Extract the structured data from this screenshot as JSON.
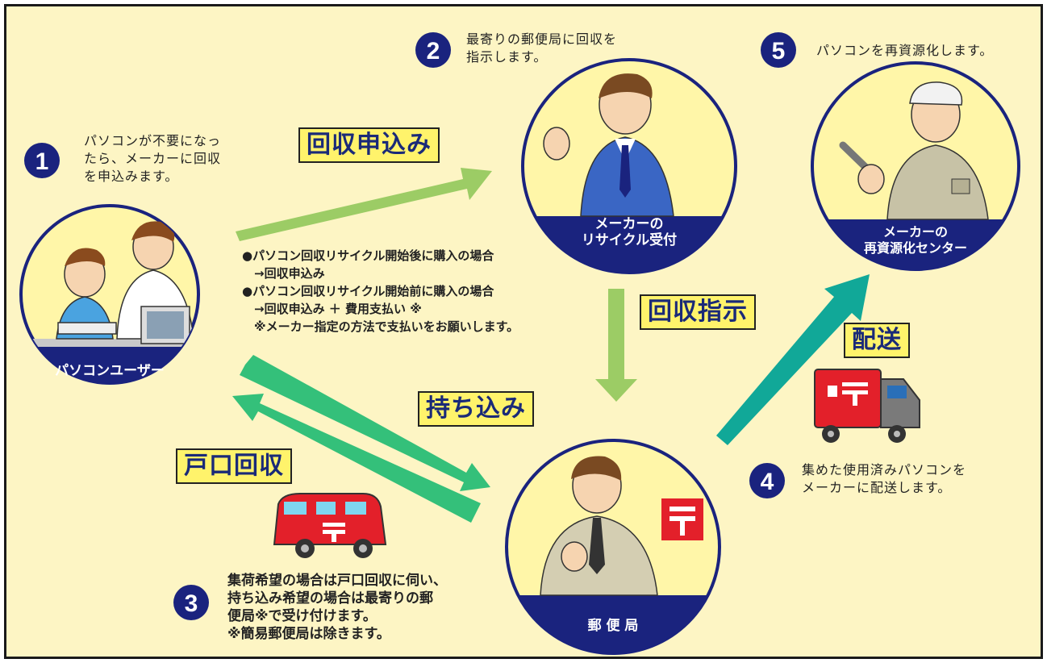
{
  "steps": {
    "s1": {
      "number": "1",
      "text": "パソコンが不要になっ\nたら、メーカーに回収\nを申込みます。"
    },
    "s2": {
      "number": "2",
      "text": "最寄りの郵便局に回収を\n指示します。"
    },
    "s3": {
      "number": "3",
      "text": "集荷希望の場合は戸口回収に伺い、\n持ち込み希望の場合は最寄りの郵\n便局※で受け付けます。\n※簡易郵便局は除きます。"
    },
    "s4": {
      "number": "4",
      "text": "集めた使用済みパソコンを\nメーカーに配送します。"
    },
    "s5": {
      "number": "5",
      "text": "パソコンを再資源化します。"
    }
  },
  "actors": {
    "user": "パソコンユーザー",
    "maker_reception": "メーカーの\nリサイクル受付",
    "recycle_center": "メーカーの\n再資源化センター",
    "post_office": "郵 便 局"
  },
  "arrow_labels": {
    "apply": "回収申込み",
    "instruct": "回収指示",
    "carry_in": "持ち込み",
    "door_pickup": "戸口回収",
    "delivery": "配送"
  },
  "notes": {
    "purchase_conditions": "●パソコン回収リサイクル開始後に購入の場合\n　→回収申込み\n●パソコン回収リサイクル開始前に購入の場合\n　→回収申込み ＋ 費用支払い ※\n　※メーカー指定の方法で支払いをお願いします。"
  },
  "colors": {
    "background": "#fdf5c4",
    "circle_fill": "#fff6a8",
    "navy": "#1a237e",
    "arrow_light_green": "#9ccc65",
    "arrow_green": "#34c07a",
    "arrow_teal": "#11a898",
    "label_yellow": "#fff36b",
    "post_red": "#e3202a"
  }
}
